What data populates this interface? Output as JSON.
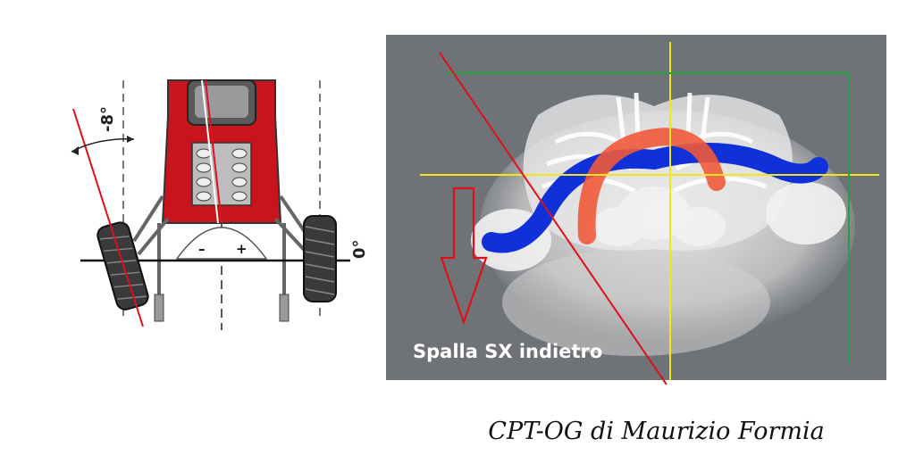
{
  "left_diagram": {
    "camber_left_label": "-8°",
    "camber_right_label": "0°",
    "minus_sign": "–",
    "plus_sign": "+"
  },
  "right_diagram": {
    "caption": "Spalla SX indietro"
  },
  "credit": "CPT-OG di Maurizio Formia",
  "colors": {
    "axis_red": "#e0101a",
    "axis_yellow": "#f2e615",
    "axis_green": "#1fa33a",
    "panel_gray": "#6f7378",
    "car_red": "#c8141c",
    "band_blue": "#1030d8",
    "band_orange": "#f05a3a"
  }
}
